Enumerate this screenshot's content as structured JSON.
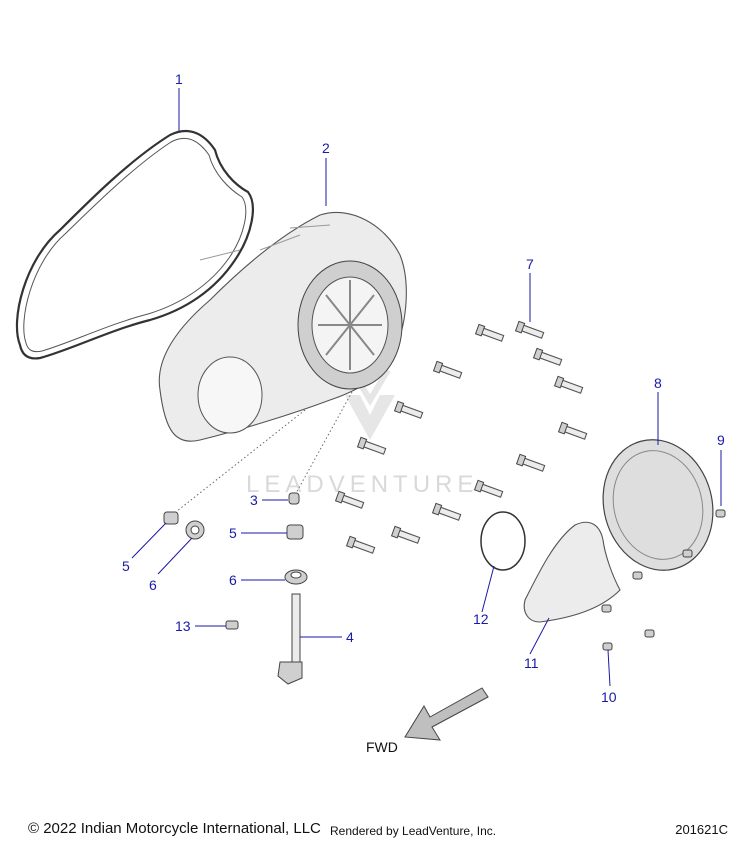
{
  "callouts": {
    "c1": "1",
    "c2": "2",
    "c3": "3",
    "c4": "4",
    "c5a": "5",
    "c5b": "5",
    "c6a": "6",
    "c6b": "6",
    "c7": "7",
    "c8": "8",
    "c9": "9",
    "c10": "10",
    "c11": "11",
    "c12": "12",
    "c13": "13"
  },
  "direction_label": "FWD",
  "watermark": "LEADVENTURE",
  "footer": {
    "copyright": "© 2022 Indian Motorcycle International, LLC",
    "rendered_by": "Rendered by LeadVenture, Inc.",
    "diagram_id": "201621C"
  },
  "colors": {
    "callout": "#1a1aa6",
    "text": "#111111",
    "watermark": "#d9d9d9"
  }
}
